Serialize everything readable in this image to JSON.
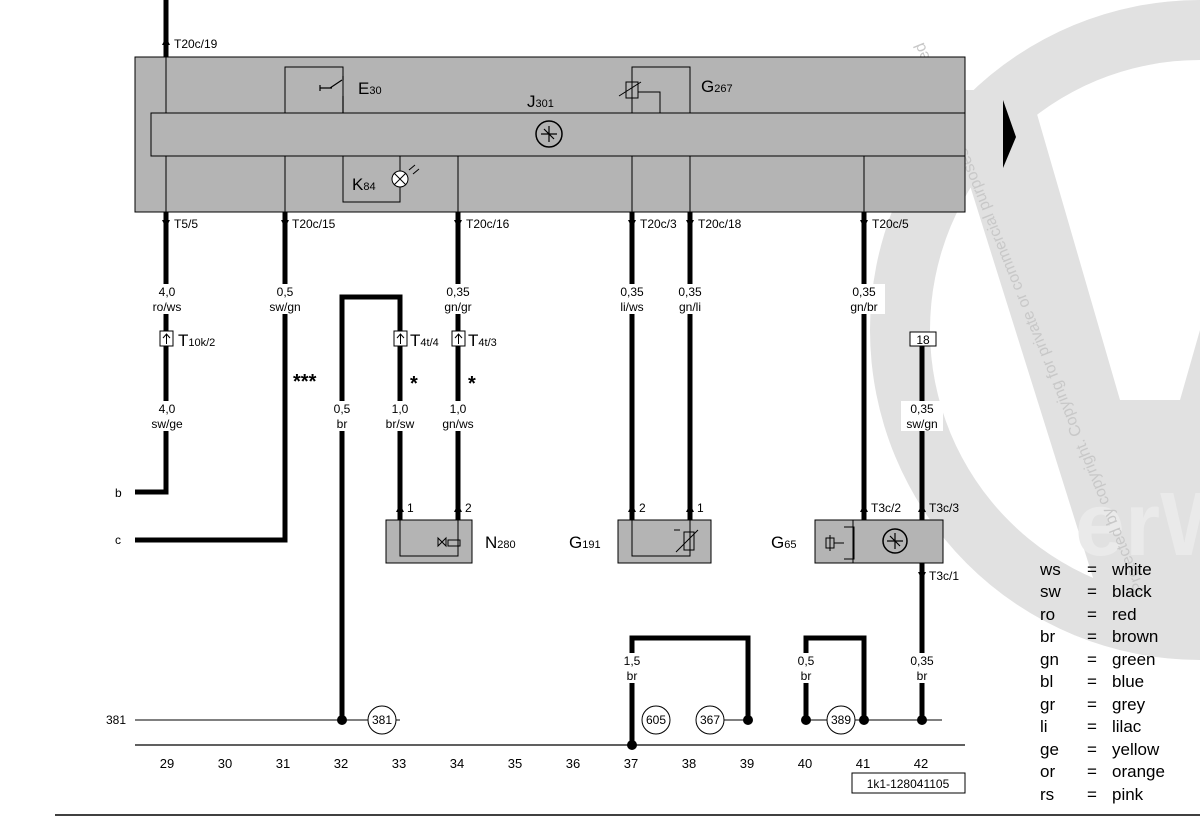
{
  "watermark": {
    "text": "Protected by copyright. Copying for private or commercial purposes is not permitted",
    "logo_text": "erW"
  },
  "module": {
    "label": "J",
    "sub": "301"
  },
  "components": {
    "e30": {
      "label": "E",
      "sub": "30"
    },
    "g267": {
      "label": "G",
      "sub": "267"
    },
    "k84": {
      "label": "K",
      "sub": "84"
    },
    "n280": {
      "label": "N",
      "sub": "280"
    },
    "g191": {
      "label": "G",
      "sub": "191"
    },
    "g65": {
      "label": "G",
      "sub": "65"
    }
  },
  "connectors": {
    "t10k2": {
      "label": "T",
      "sub": "10k/2"
    },
    "t4t4": {
      "label": "T",
      "sub": "4t/4"
    },
    "t4t3": {
      "label": "T",
      "sub": "4t/3"
    }
  },
  "pins": {
    "top": "T20c/19",
    "p1": "T5/5",
    "p2": "T20c/15",
    "p3": "T20c/16",
    "p4": "T20c/3",
    "p5": "T20c/18",
    "p6": "T20c/5",
    "n280_1": "1",
    "n280_2": "2",
    "g191_2": "2",
    "g191_1": "1",
    "g65_2": "T3c/2",
    "g65_3": "T3c/3",
    "g65_1": "T3c/1"
  },
  "wires": {
    "w1a": {
      "gauge": "4,0",
      "color": "ro/ws"
    },
    "w1b": {
      "gauge": "4,0",
      "color": "sw/ge"
    },
    "w2": {
      "gauge": "0,5",
      "color": "sw/gn"
    },
    "w3": {
      "gauge": "0,35",
      "color": "gn/gr"
    },
    "w4": {
      "gauge": "0,35",
      "color": "li/ws"
    },
    "w5": {
      "gauge": "0,35",
      "color": "gn/li"
    },
    "w6": {
      "gauge": "0,35",
      "color": "gn/br"
    },
    "w7": {
      "gauge": "0,5",
      "color": "br"
    },
    "w8": {
      "gauge": "1,0",
      "color": "br/sw"
    },
    "w9": {
      "gauge": "1,0",
      "color": "gn/ws"
    },
    "w10": {
      "gauge": "0,35",
      "color": "sw/gn"
    },
    "w11": {
      "gauge": "1,5",
      "color": "br"
    },
    "w12": {
      "gauge": "0,5",
      "color": "br"
    },
    "w13": {
      "gauge": "0,35",
      "color": "br"
    }
  },
  "marks": {
    "triple": "***",
    "star1": "*",
    "star2": "*"
  },
  "refs": {
    "box18": "18",
    "b": "b",
    "c": "c",
    "line381": "381"
  },
  "ground_points": [
    "381",
    "605",
    "367",
    "389"
  ],
  "column_numbers": [
    "29",
    "30",
    "31",
    "32",
    "33",
    "34",
    "35",
    "36",
    "37",
    "38",
    "39",
    "40",
    "41",
    "42"
  ],
  "diagram_id": "1k1-128041105",
  "legend": [
    {
      "code": "ws",
      "eq": "=",
      "name": "white"
    },
    {
      "code": "sw",
      "eq": "=",
      "name": "black"
    },
    {
      "code": "ro",
      "eq": "=",
      "name": "red"
    },
    {
      "code": "br",
      "eq": "=",
      "name": "brown"
    },
    {
      "code": "gn",
      "eq": "=",
      "name": "green"
    },
    {
      "code": "bl",
      "eq": "=",
      "name": "blue"
    },
    {
      "code": "gr",
      "eq": "=",
      "name": "grey"
    },
    {
      "code": "li",
      "eq": "=",
      "name": "lilac"
    },
    {
      "code": "ge",
      "eq": "=",
      "name": "yellow"
    },
    {
      "code": "or",
      "eq": "=",
      "name": "orange"
    },
    {
      "code": "rs",
      "eq": "=",
      "name": "pink"
    }
  ],
  "colors": {
    "module_fill": "#b4b4b4",
    "component_fill": "#b4b4b4",
    "wire": "#000000",
    "watermark": "#c8c8c8"
  }
}
